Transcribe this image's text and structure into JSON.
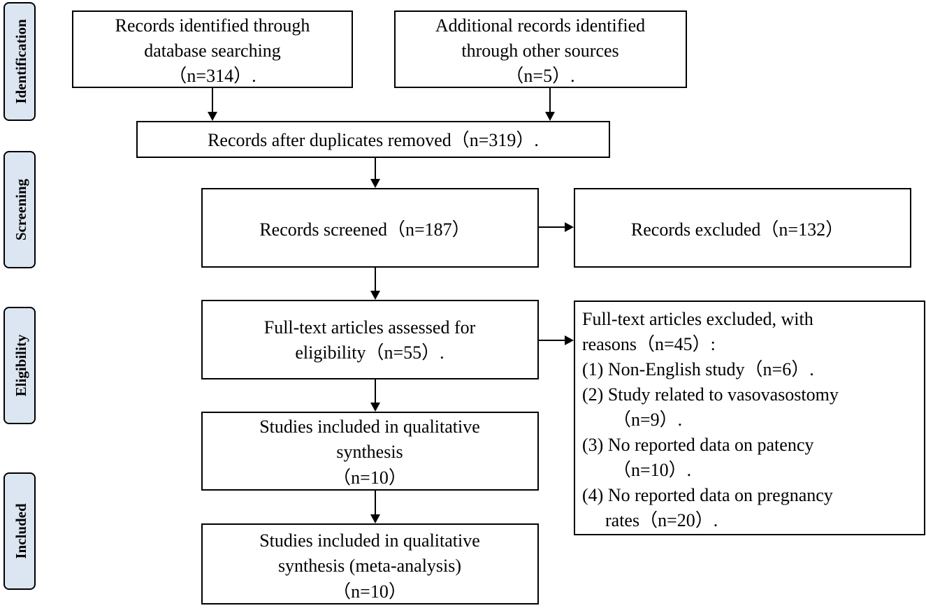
{
  "phases": {
    "identification": "Identification",
    "screening": "Screening",
    "eligibility": "Eligibility",
    "included": "Included"
  },
  "boxes": {
    "db_search": [
      "Records identified through",
      "database searching",
      "（n=314）."
    ],
    "other_sources": [
      "Additional records identified",
      "through other sources",
      "（n=5）."
    ],
    "duplicates_removed": [
      "Records after duplicates removed（n=319）."
    ],
    "screened": [
      "Records screened（n=187）"
    ],
    "excluded": [
      "Records excluded（n=132）"
    ],
    "fulltext_assessed": [
      "Full-text articles assessed for",
      "eligibility（n=55）."
    ],
    "qualitative": [
      "Studies included in qualitative",
      "synthesis",
      "（n=10）"
    ],
    "quantitative": [
      "Studies included in qualitative",
      "synthesis (meta-analysis)",
      "（n=10）"
    ],
    "fulltext_excluded": [
      "Full-text articles excluded, with",
      "reasons（n=45）:",
      "(1) Non-English study（n=6）.",
      "(2) Study related to vasovasostomy",
      "（n=9）.",
      "(3) No reported data on patency",
      "（n=10）.",
      "(4) No reported data on pregnancy",
      "rates（n=20）."
    ]
  },
  "colors": {
    "phase_fill": "#dce6f2",
    "stroke": "#000000"
  }
}
